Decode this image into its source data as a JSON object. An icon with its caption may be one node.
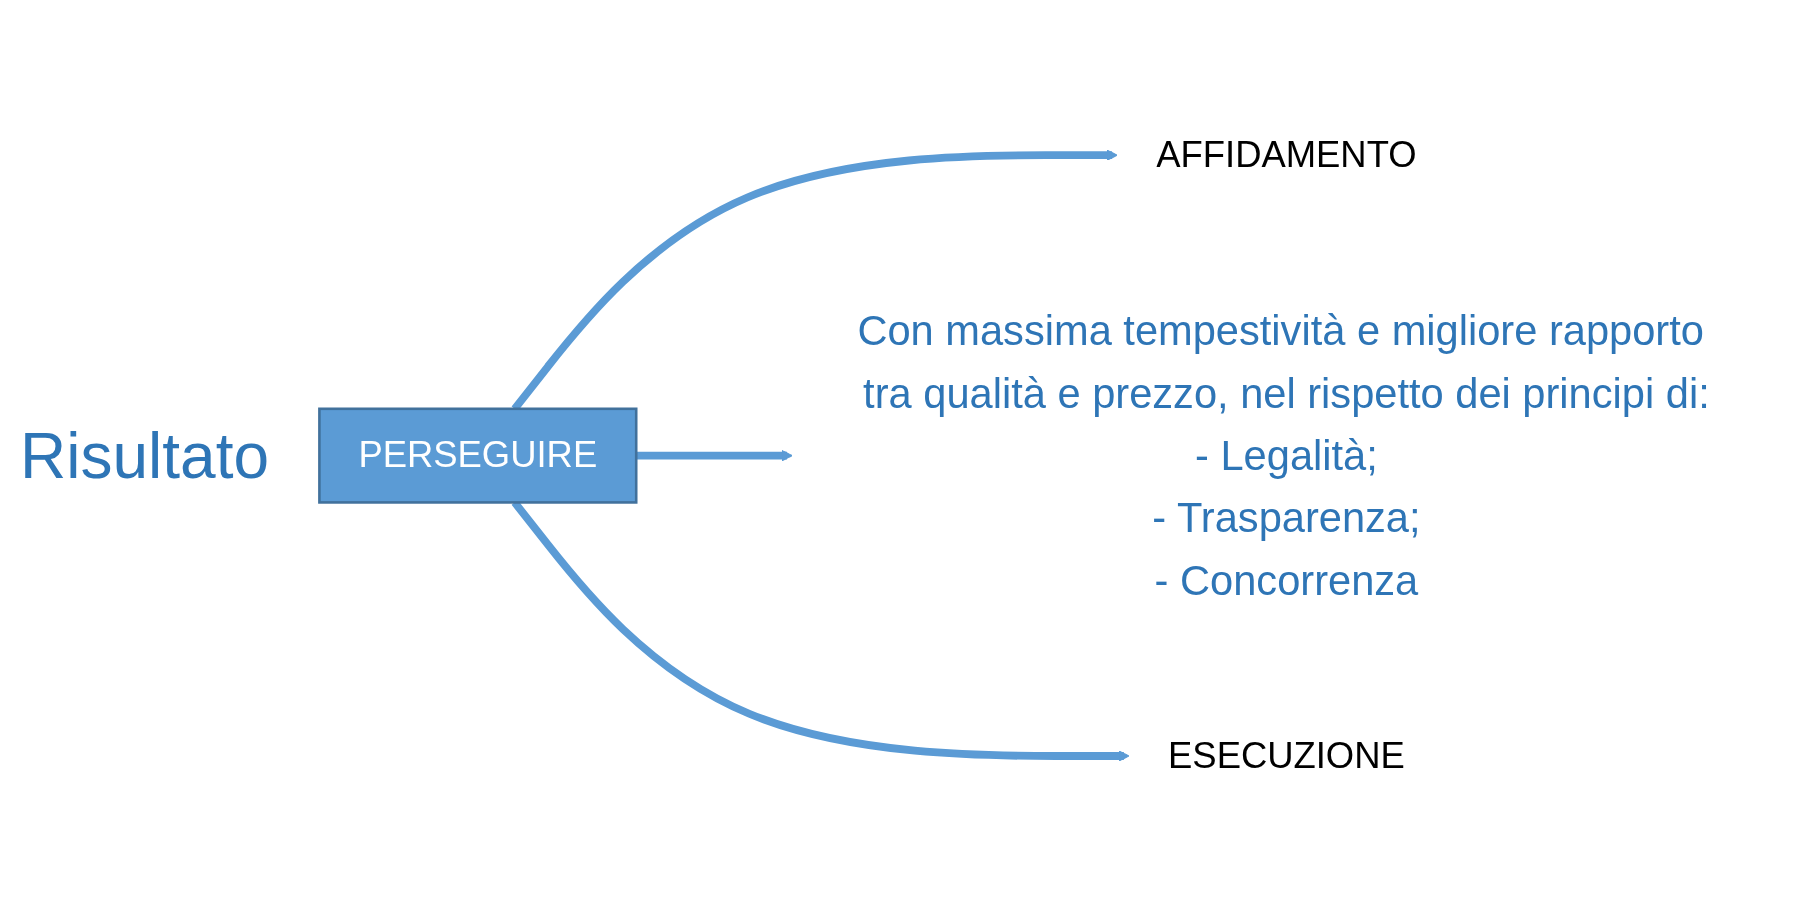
{
  "diagram": {
    "nodes": [
      {
        "text": [
          "PERSEGUIRE"
        ]
      },
      {
        "text": [
          "AFFIDAMENTO"
        ]
      },
      {
        "text": [
          "Con massima tempestività e migliore rapporto tra qualità e prezzo, nel rispetto dei principi di:",
          "- Legalità;",
          "- Trasparenza;",
          "- Concorrenza"
        ]
      },
      {
        "text": [
          "ESECUZIONE"
        ]
      }
    ],
    "edges": [
      {
        "from": 0,
        "to": 1,
        "arrow": "to"
      },
      {
        "from": 0,
        "to": 2,
        "arrow": "to"
      },
      {
        "from": 0,
        "to": 3,
        "arrow": "to"
      }
    ],
    "labels": [
      "Risultato"
    ]
  }
}
